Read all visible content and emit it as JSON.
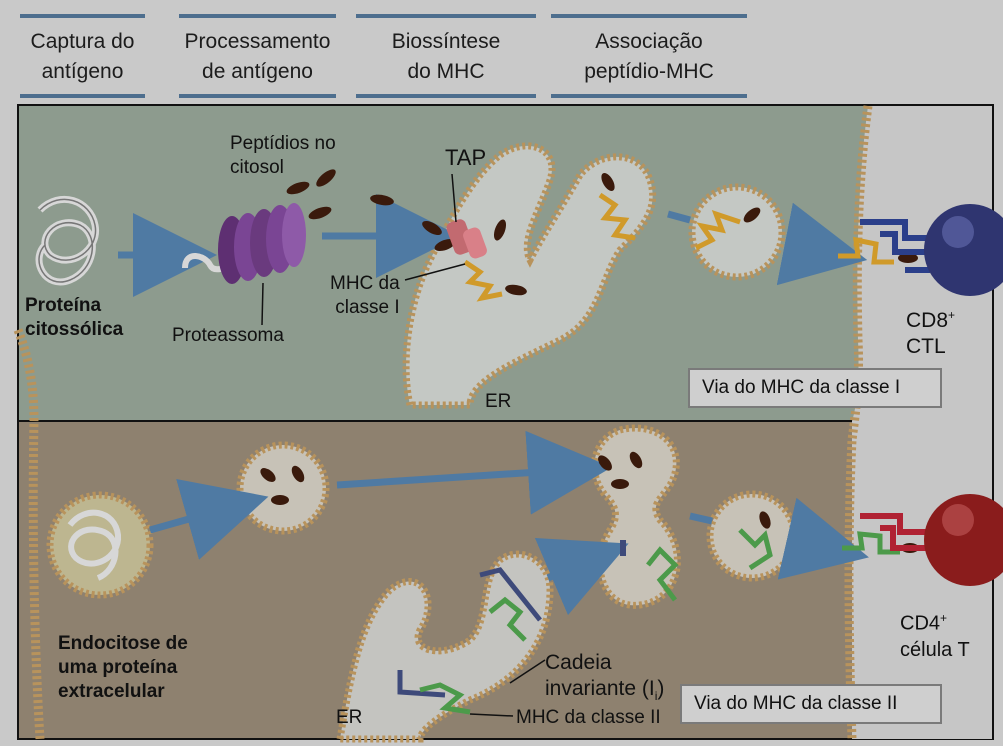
{
  "headers": [
    {
      "line1": "Captura do",
      "line2": "antígeno"
    },
    {
      "line1": "Processamento",
      "line2": "de antígeno"
    },
    {
      "line1": "Biossíntese",
      "line2": "do MHC"
    },
    {
      "line1": "Associação",
      "line2": "peptídio-MHC"
    }
  ],
  "class1": {
    "peptides_line1": "Peptídios no",
    "peptides_line2": "citosol",
    "tap": "TAP",
    "protein_line1": "Proteína",
    "protein_line2": "citossólica",
    "proteasome": "Proteassoma",
    "mhc_line1": "MHC da",
    "mhc_line2": "classe I",
    "er": "ER",
    "cell_line1": "CD8",
    "cell_sup": "+",
    "cell_line2": "CTL",
    "pathway": "Via do MHC da classe I"
  },
  "class2": {
    "endo_line1": "Endocitose de",
    "endo_line2": "uma proteína",
    "endo_line3": "extracelular",
    "invariant_line1": "Cadeia",
    "invariant_line2": "invariante (I",
    "invariant_sub": "i",
    "invariant_close": ")",
    "mhc": "MHC da classe II",
    "er": "ER",
    "cell_line1": "CD4",
    "cell_sup": "+",
    "cell_line2": "célula T",
    "pathway": "Via do MHC da classe II"
  },
  "colors": {
    "panel1_bg": "#8c9a8c",
    "panel2_bg": "#8f8270",
    "cell_outside": "#c7c7c7",
    "membrane": "#b8935c",
    "arrow": "#4f7aa3",
    "mhc1": "#d09a2a",
    "mhc2": "#4c9a4a",
    "proteasome": "#6a3a7e",
    "peptide": "#3a1a0c",
    "tap": "#c26a70",
    "cd8_cell": "#2f3570",
    "cd4_cell": "#8a1c1c",
    "tcr1": "#2b3f8a",
    "tcr2": "#b02233"
  }
}
